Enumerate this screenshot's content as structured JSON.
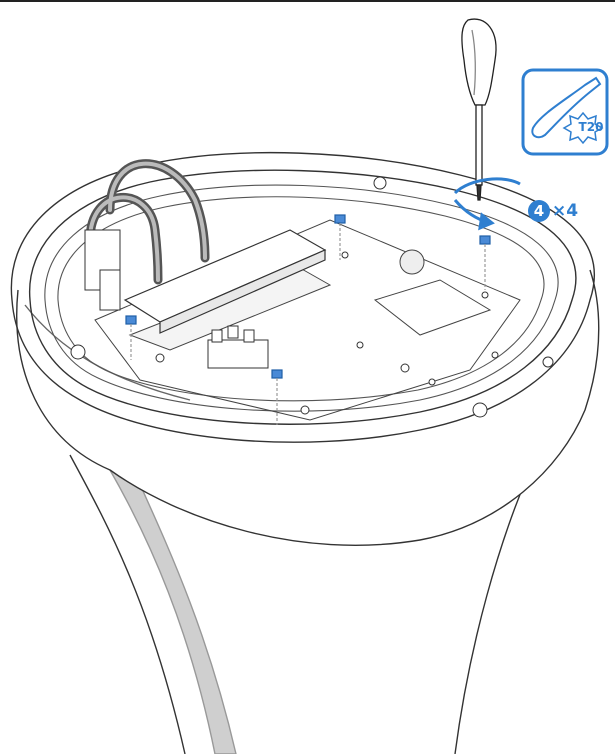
{
  "callout": {
    "step_number": "4",
    "quantity": "×4"
  },
  "tool": {
    "bit_type": "T20",
    "icon": "screwdriver-icon"
  },
  "colors": {
    "accent": "#2f7fd0",
    "line": "#333333",
    "shade": "#cfcfcf"
  }
}
